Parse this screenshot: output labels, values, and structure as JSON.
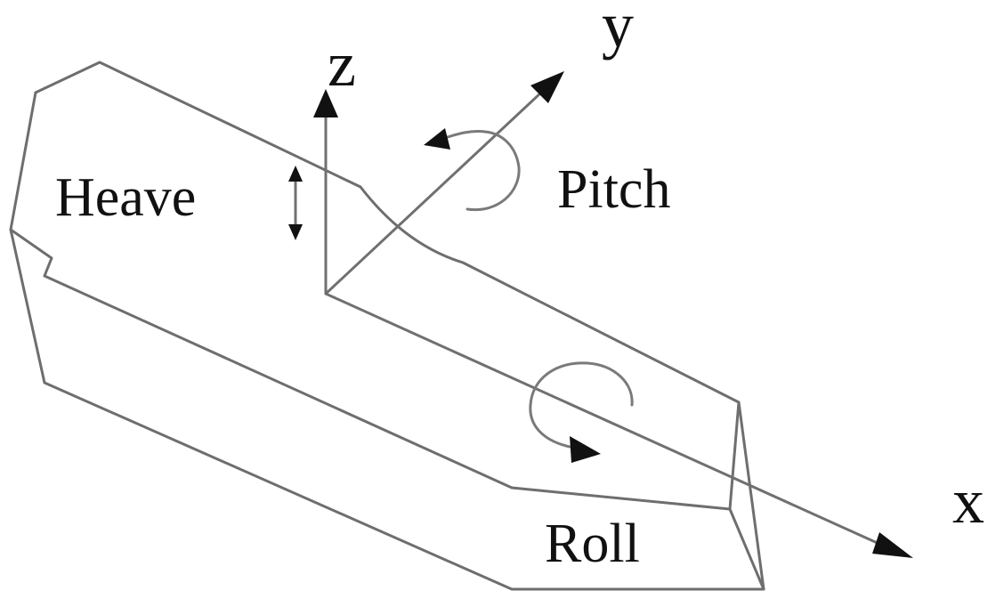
{
  "labels": {
    "z": "z",
    "y": "y",
    "x": "x",
    "heave": "Heave",
    "pitch": "Pitch",
    "roll": "Roll"
  }
}
